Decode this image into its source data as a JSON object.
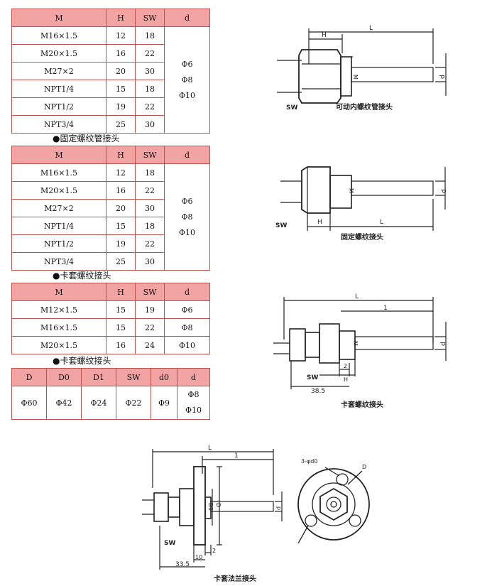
{
  "tables": [
    {
      "headers": [
        "M",
        "H",
        "SW",
        "d"
      ],
      "rows": [
        [
          "M16×1.5",
          "12",
          "18"
        ],
        [
          "M20×1.5",
          "16",
          "22"
        ],
        [
          "M27×2",
          "20",
          "30"
        ],
        [
          "NPT1/4",
          "15",
          "18"
        ],
        [
          "NPT1/2",
          "19",
          "22"
        ],
        [
          "NPT3/4",
          "25",
          "30"
        ]
      ],
      "d_values": [
        "Φ6",
        "Φ8",
        "Φ10"
      ]
    },
    {
      "heading": "●固定螺纹管接头",
      "headers": [
        "M",
        "H",
        "SW",
        "d"
      ],
      "rows": [
        [
          "M16×1.5",
          "12",
          "18"
        ],
        [
          "M20×1.5",
          "16",
          "22"
        ],
        [
          "M27×2",
          "20",
          "30"
        ],
        [
          "NPT1/4",
          "15",
          "18"
        ],
        [
          "NPT1/2",
          "19",
          "22"
        ],
        [
          "NPT3/4",
          "25",
          "30"
        ]
      ],
      "d_values": [
        "Φ6",
        "Φ8",
        "Φ10"
      ]
    },
    {
      "heading": "●卡套螺纹接头",
      "headers": [
        "M",
        "H",
        "SW",
        "d"
      ],
      "rows": [
        [
          "M12×1.5",
          "15",
          "19",
          "Φ6"
        ],
        [
          "M16×1.5",
          "15",
          "22",
          "Φ8"
        ],
        [
          "M20×1.5",
          "16",
          "24",
          "Φ10"
        ]
      ]
    },
    {
      "heading": "●卡套螺纹接头",
      "headers": [
        "D",
        "D0",
        "D1",
        "SW",
        "d0",
        "d"
      ],
      "row": [
        "Φ60",
        "Φ42",
        "Φ24",
        "Φ22",
        "Φ9"
      ],
      "d_values": [
        "Φ8",
        "Φ10"
      ]
    }
  ],
  "diagrams": [
    {
      "caption": "可动内螺纹管接头",
      "labels": {
        "H": "H",
        "L": "L",
        "M": "M",
        "d": "d",
        "SW": "SW"
      }
    },
    {
      "caption": "固定螺纹接头",
      "labels": {
        "H": "H",
        "L": "L",
        "M": "M",
        "d": "d",
        "SW": "SW"
      }
    },
    {
      "caption": "卡套螺纹接头",
      "labels": {
        "L": "L",
        "l": "1",
        "M": "M",
        "d": "d",
        "SW": "SW",
        "H": "H",
        "two": "2",
        "dim": "38.5"
      }
    },
    {
      "caption": "卡套法兰接头",
      "labels": {
        "L": "L",
        "l": "1",
        "D1": "D1",
        "D": "D",
        "d": "d",
        "SW": "SW",
        "ten": "10",
        "two": "2",
        "dim": "33.5",
        "holes": "3-φd0",
        "Dview": "D"
      }
    }
  ]
}
